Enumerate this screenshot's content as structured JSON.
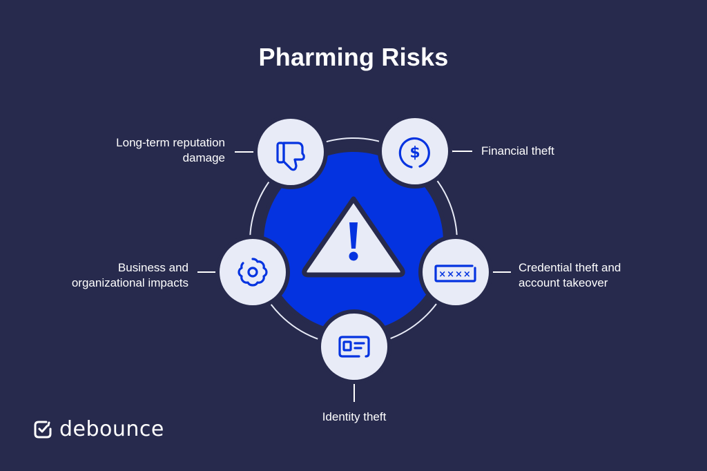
{
  "title": "Pharming Risks",
  "center": {
    "icon": "warning-triangle-icon"
  },
  "risks": [
    {
      "label_line1": "Long-term reputation",
      "label_line2": "damage",
      "icon": "thumbs-down-icon"
    },
    {
      "label_line1": "Financial theft",
      "label_line2": "",
      "icon": "dollar-circle-icon"
    },
    {
      "label_line1": "Business and",
      "label_line2": "organizational impacts",
      "icon": "gear-icon"
    },
    {
      "label_line1": "Credential theft and",
      "label_line2": "account takeover",
      "icon": "password-field-icon"
    },
    {
      "label_line1": "Identity theft",
      "label_line2": "",
      "icon": "id-card-icon"
    }
  ],
  "brand": {
    "name": "debounce"
  },
  "colors": {
    "background": "#272a4d",
    "accent_blue": "#0433e0",
    "circle_fill": "#e8ebf7",
    "line": "#ffffff"
  }
}
